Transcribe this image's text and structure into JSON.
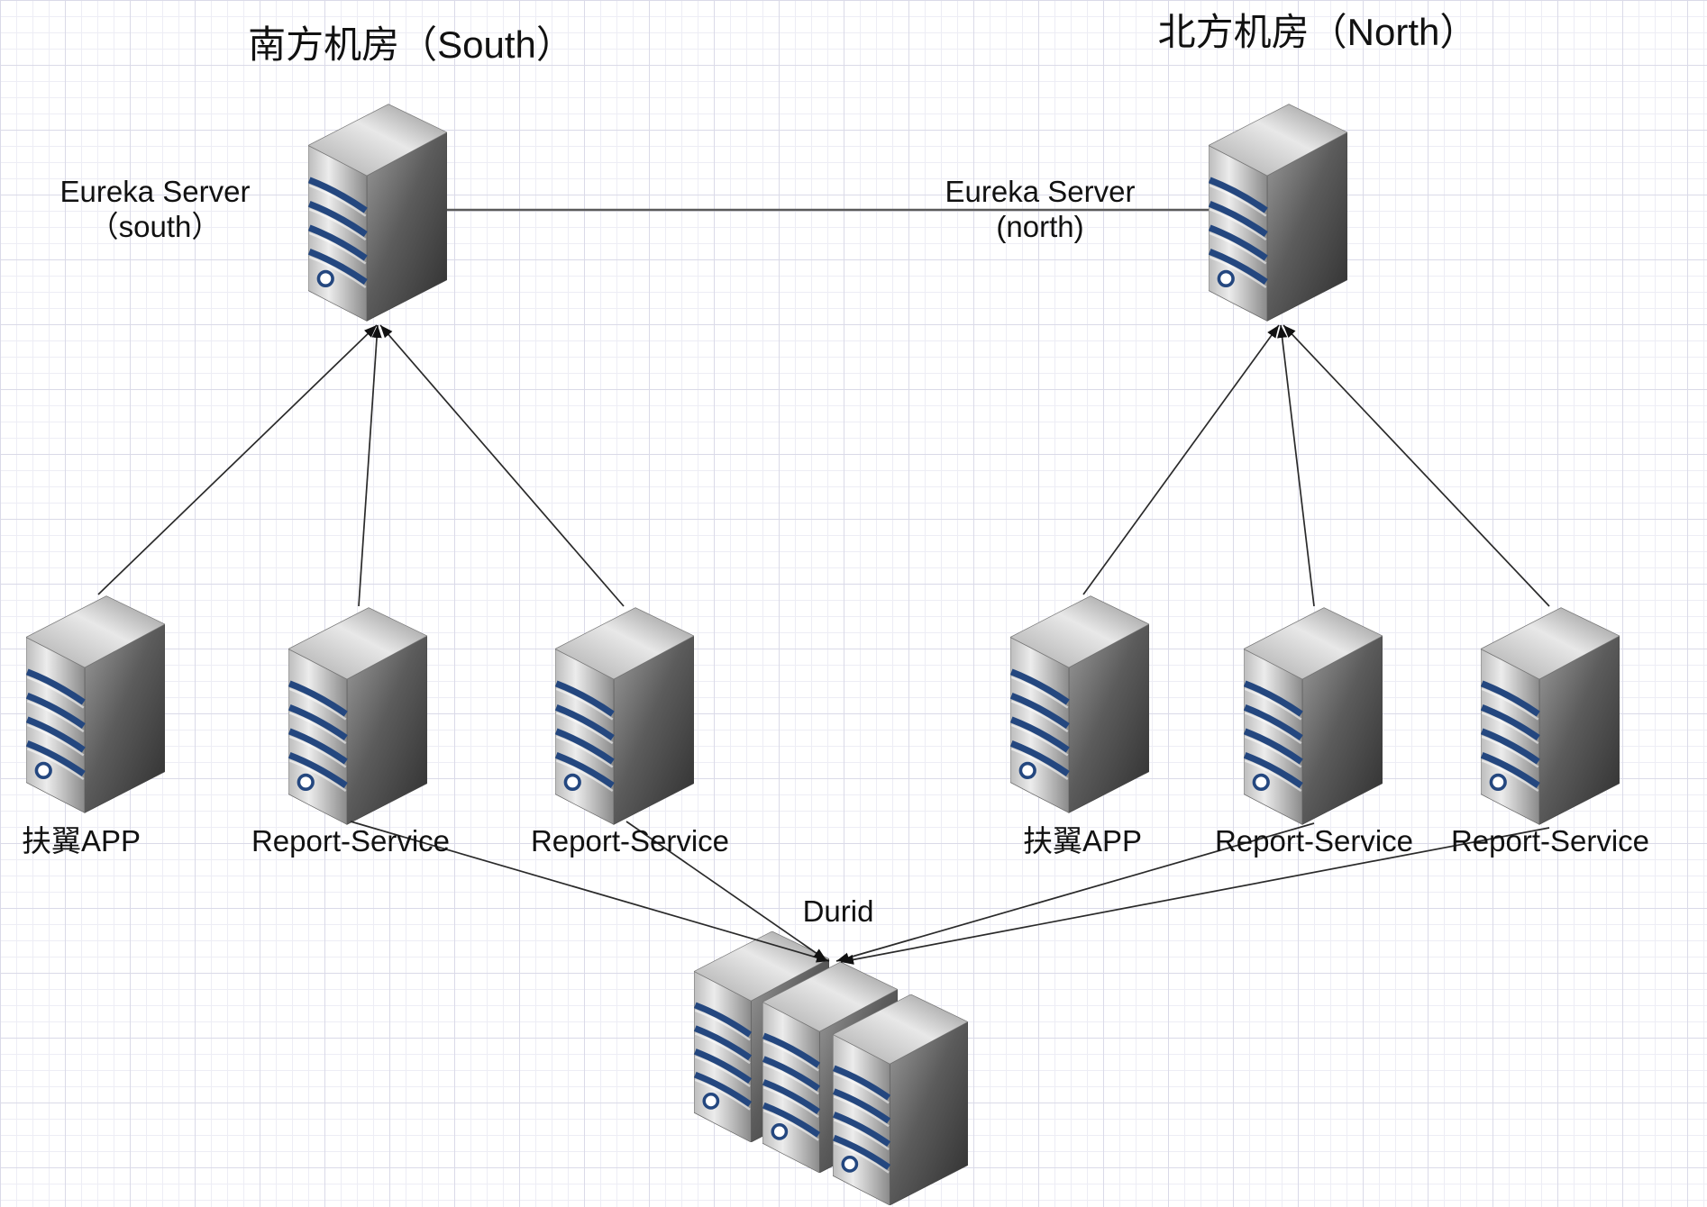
{
  "south": {
    "title": "南方机房（South）",
    "eureka": {
      "line1": "Eureka Server",
      "line2": "（south）"
    },
    "clients": [
      "扶翼APP",
      "Report-Service",
      "Report-Service"
    ]
  },
  "north": {
    "title": "北方机房（North）",
    "eureka": {
      "line1": "Eureka Server",
      "line2": "(north)"
    },
    "clients": [
      "扶翼APP",
      "Report-Service",
      "Report-Service"
    ]
  },
  "durid": {
    "label": "Durid"
  },
  "icons": {
    "node": "server-icon",
    "arrow": "arrowhead"
  },
  "colors": {
    "server_stripe": "#24477f",
    "edge": "#2a2a2a",
    "peer_link": "#5a5a5a",
    "grid_major": "#dadae8",
    "grid_minor": "#ededf5"
  }
}
